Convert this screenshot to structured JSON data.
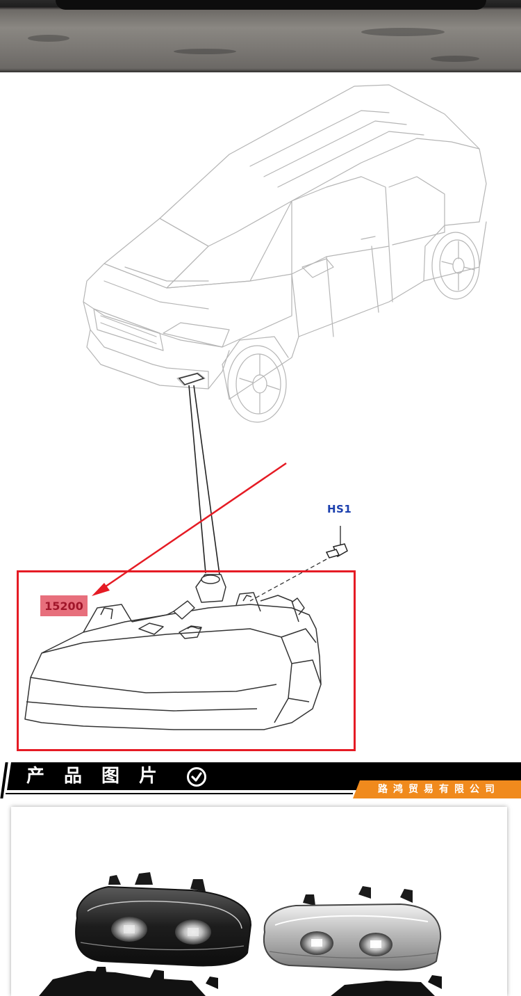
{
  "diagram": {
    "fastener_code": "HS1",
    "part_number": "15200",
    "highlight_color": "#e51b24",
    "label_bg_color": "#e76f7c",
    "fastener_color": "#1b3fae"
  },
  "section": {
    "title": "产品图片",
    "icon": "check-circle-icon",
    "company": "路鸿贸易有限公司",
    "company_color": "#f08a1d",
    "band_color": "#000000"
  }
}
